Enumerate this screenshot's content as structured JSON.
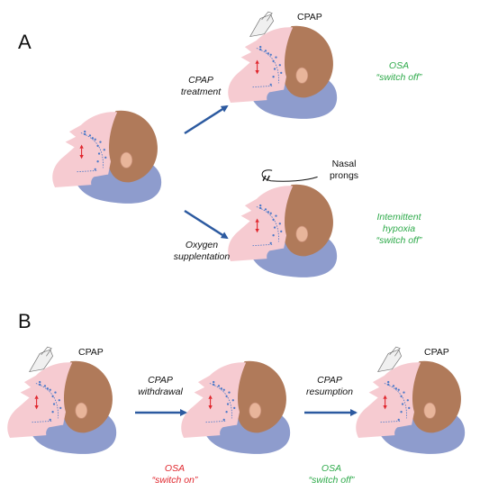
{
  "panels": {
    "a": "A",
    "b": "B"
  },
  "labels": {
    "cpap_a": "CPAP",
    "cpap_b1": "CPAP",
    "cpap_b3": "CPAP",
    "nasal_prongs": "Nasal\nprongs",
    "cpap_treatment": "CPAP\ntreatment",
    "oxygen_supplentation": "Oxygen\nsupplentation",
    "osa_switch_off_a": "OSA\n“switch off”",
    "intermittent_hypoxia": "Intemittent\nhypoxia\n“switch off”",
    "cpap_withdrawal": "CPAP\nwithdrawal",
    "cpap_resumption": "CPAP\nresumption",
    "osa_switch_on": "OSA\n“switch on”",
    "osa_switch_off_b": "OSA\n“switch off”"
  },
  "colors": {
    "switch_off": "#2eaa4a",
    "switch_on": "#e0262d",
    "arrow": "#2c5aa0",
    "pillow": "#8e9ccd",
    "skin": "#f6cbd1",
    "hair": "#b07a5a",
    "airway_dots": "#4a78c8"
  }
}
